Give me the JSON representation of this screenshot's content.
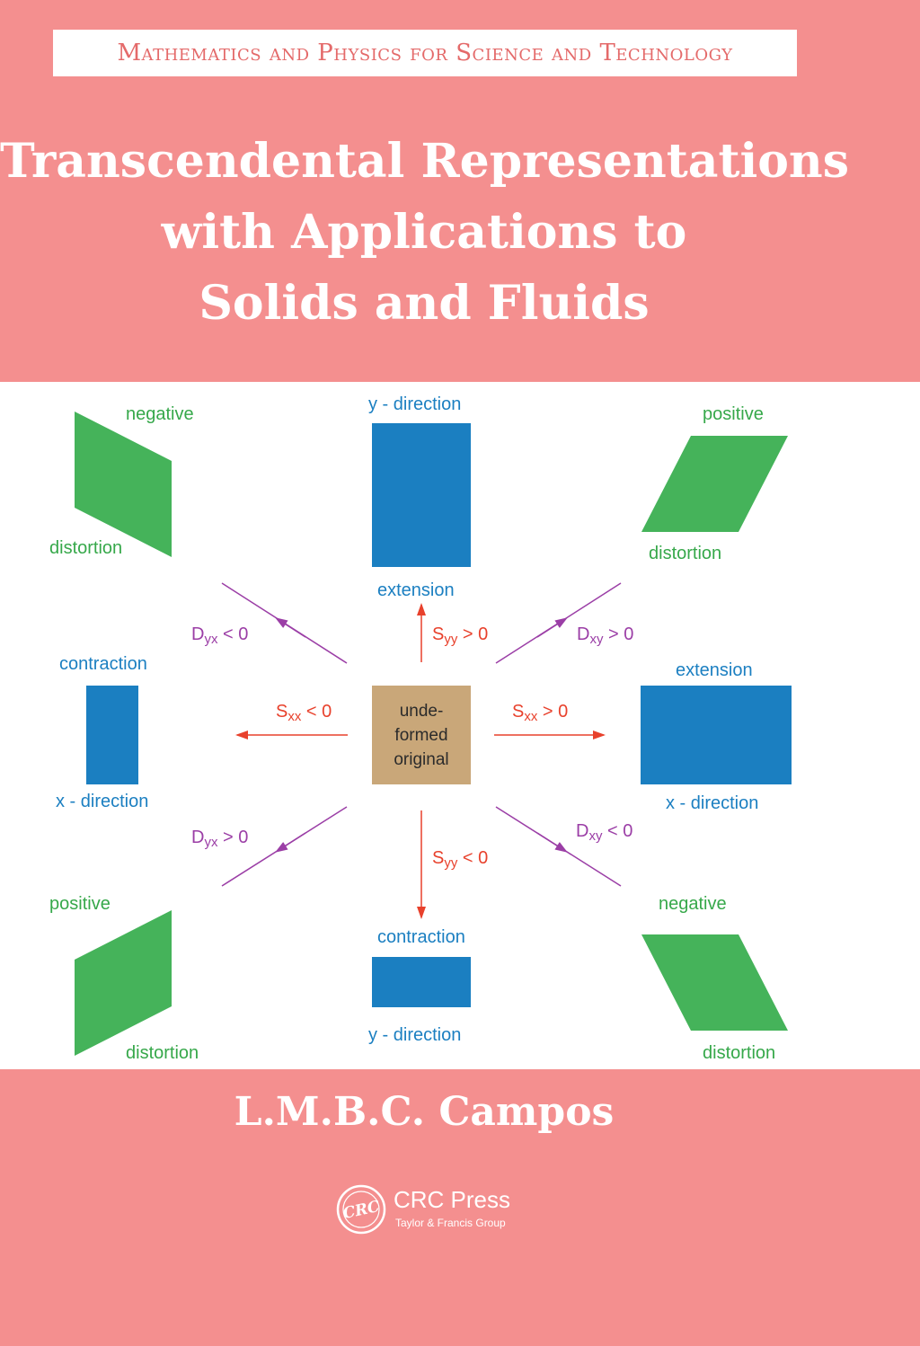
{
  "series": "Mathematics and Physics for Science and Technology",
  "title": {
    "line1": "Transcendental Representations",
    "line2": "with Applications to",
    "line3": "Solids and Fluids"
  },
  "diagram": {
    "center": {
      "line1": "unde-",
      "line2": "formed",
      "line3": "original"
    },
    "top": {
      "axis": "y - direction",
      "effect": "extension",
      "sym": "S",
      "sub": "yy",
      "cond": " > 0"
    },
    "bottom": {
      "axis": "y - direction",
      "effect": "contraction",
      "sym": "S",
      "sub": "yy",
      "cond": " < 0"
    },
    "left": {
      "axis": "x - direction",
      "effect": "contraction",
      "sym": "S",
      "sub": "xx",
      "cond": " < 0"
    },
    "right": {
      "axis": "x - direction",
      "effect": "extension",
      "sym": "S",
      "sub": "xx",
      "cond": " > 0"
    },
    "top_left": {
      "sign": "negative",
      "kind": "distortion",
      "sym": "D",
      "sub": "yx",
      "cond": " < 0"
    },
    "top_right": {
      "sign": "positive",
      "kind": "distortion",
      "sym": "D",
      "sub": "xy",
      "cond": " > 0"
    },
    "bottom_left": {
      "sign": "positive",
      "kind": "distortion",
      "sym": "D",
      "sub": "yx",
      "cond": " > 0"
    },
    "bottom_right": {
      "sign": "negative",
      "kind": "distortion",
      "sym": "D",
      "sub": "xy",
      "cond": " < 0"
    },
    "colors": {
      "deformation_rect": "#1b7fc1",
      "distortion_shape": "#45b35a",
      "stretch_arrow": "#e8412c",
      "shear_arrow": "#9b3ea6",
      "original_square": "#c9a779"
    }
  },
  "author": "L.M.B.C. Campos",
  "publisher": {
    "logo_text": "CRC",
    "name": "CRC Press",
    "group": "Taylor & Francis Group"
  },
  "colors": {
    "background": "#f48f8f",
    "series_text": "#e46a6a"
  }
}
